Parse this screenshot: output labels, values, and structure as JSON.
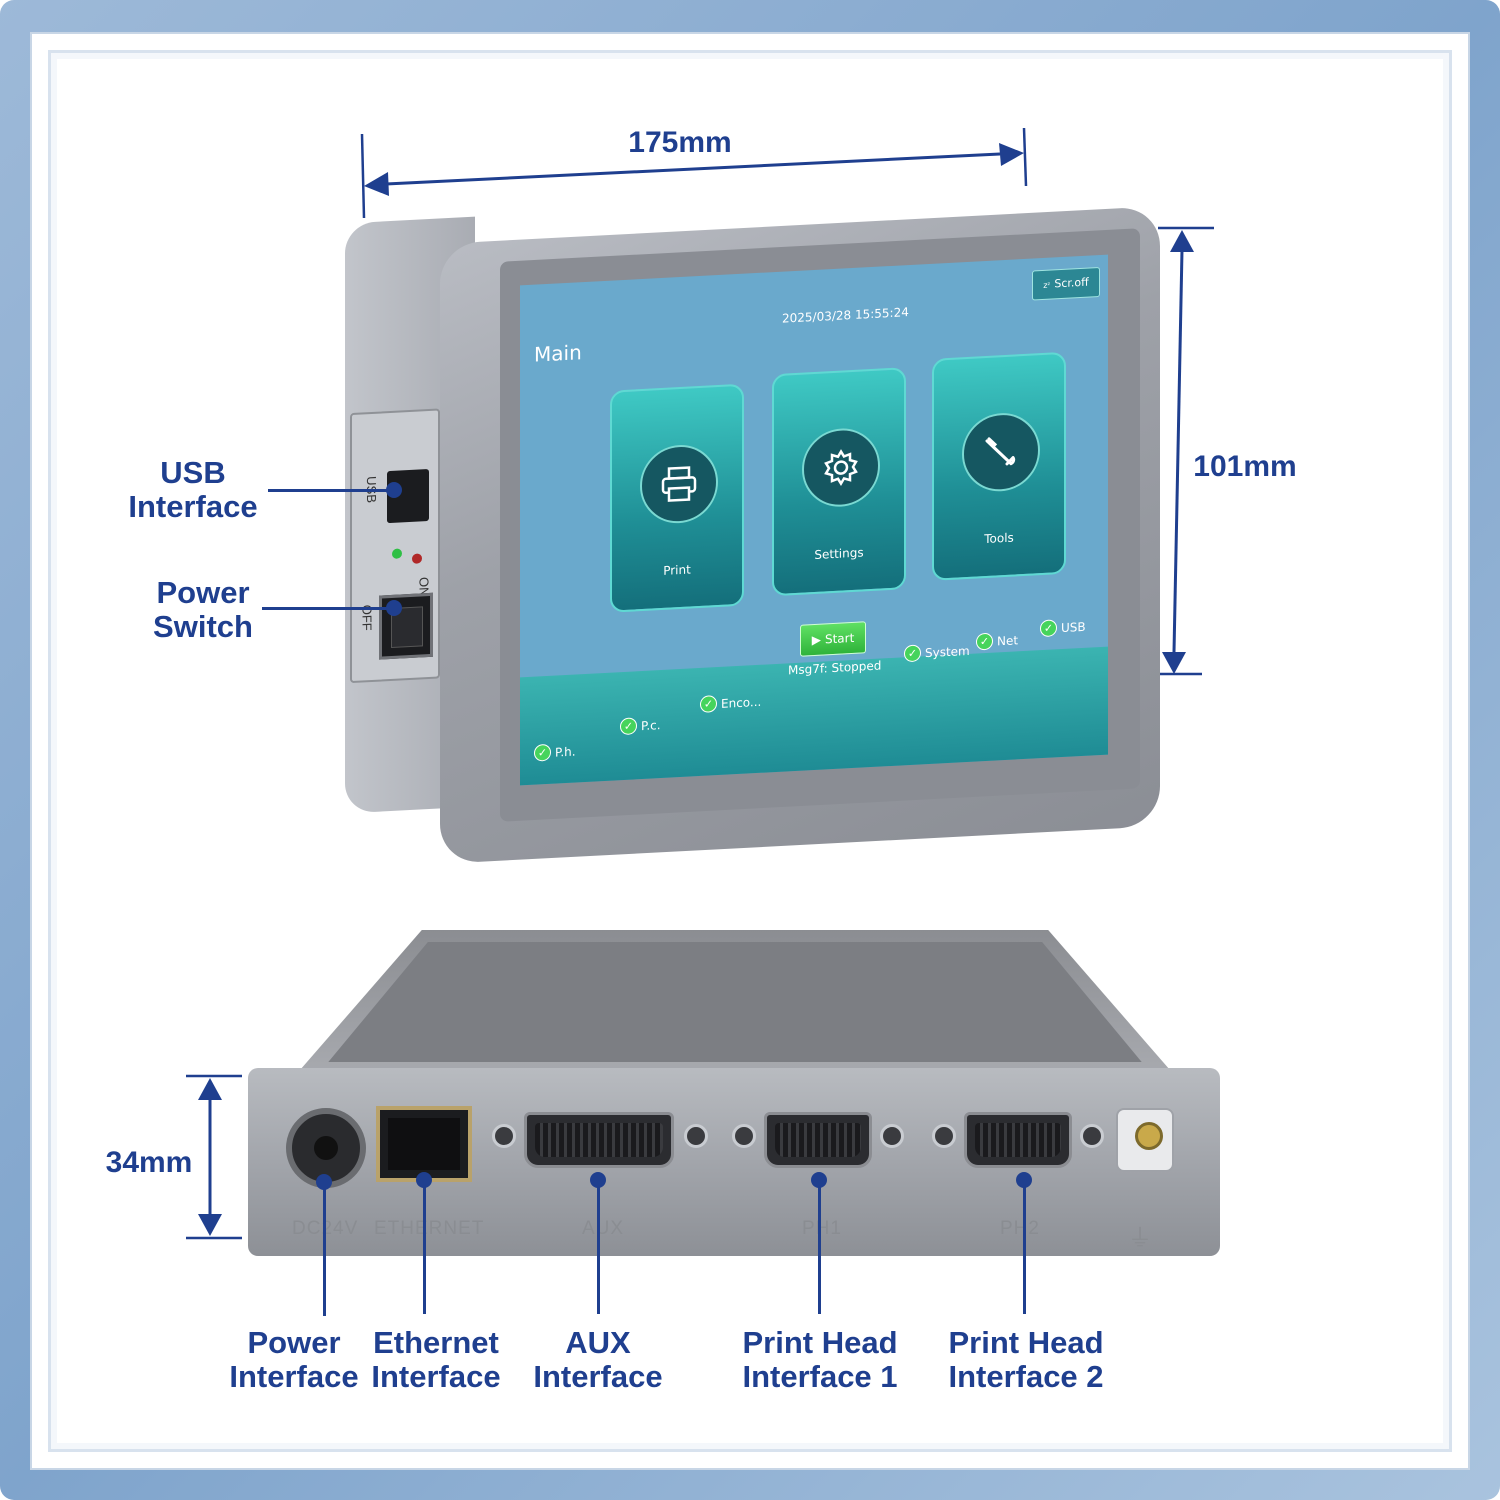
{
  "dimensions": {
    "width": "175mm",
    "height": "101mm",
    "depth": "34mm"
  },
  "side_callouts": {
    "usb": [
      "USB",
      "Interface"
    ],
    "power_switch": [
      "Power",
      "Switch"
    ]
  },
  "side_labels": {
    "usb": "USB",
    "on": "ON",
    "off": "OFF"
  },
  "screen": {
    "title": "Main",
    "datetime": "2025/03/28  15:55:24",
    "screen_off_button": "Scr.off",
    "tiles": [
      {
        "label": "Print",
        "icon": "printer-icon"
      },
      {
        "label": "Settings",
        "icon": "gear-icon"
      },
      {
        "label": "Tools",
        "icon": "wrench-icon"
      }
    ],
    "start_button": "Start",
    "message": "Msg7f: Stopped",
    "status_left": [
      "P.h.",
      "P.c.",
      "Enco..."
    ],
    "status_right": [
      "System",
      "Net",
      "USB"
    ]
  },
  "ports": {
    "labels": [
      "DC24V",
      "ETHERNET",
      "AUX",
      "PH1",
      "PH2"
    ],
    "ground_symbol": "⏚"
  },
  "bottom_callouts": [
    [
      "Power",
      "Interface"
    ],
    [
      "Ethernet",
      "Interface"
    ],
    [
      "AUX",
      "Interface"
    ],
    [
      "Print Head",
      "Interface 1"
    ],
    [
      "Print Head",
      "Interface 2"
    ]
  ],
  "colors": {
    "callout": "#1f3f8f",
    "screen_bg": "#6aa9cc",
    "tile_accent": "#1f8f96",
    "status_ok": "#46d45c"
  }
}
